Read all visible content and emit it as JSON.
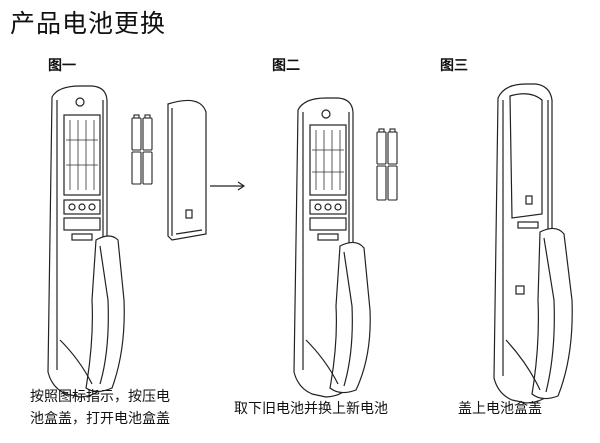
{
  "title": "产品电池更换",
  "figures": [
    {
      "label": "图一",
      "caption_line1": "按照图标指示，按压电",
      "caption_line2": "池盒盖，打开电池盒盖"
    },
    {
      "label": "图二",
      "caption_line1": "取下旧电池并换上新电池"
    },
    {
      "label": "图三",
      "caption_line1": "盖上电池盒盖"
    }
  ],
  "arrow_label": "→"
}
